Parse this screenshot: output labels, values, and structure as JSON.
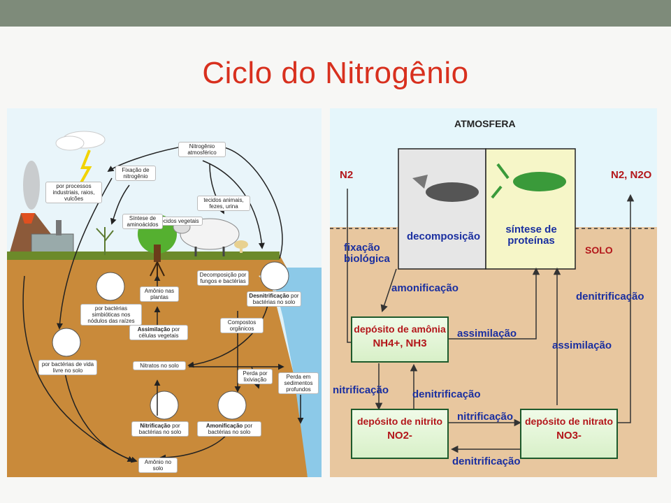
{
  "title": "Ciclo do Nitrogênio",
  "left": {
    "labels": {
      "nitrogen_atm": "Nitrogênio atmosférico",
      "fixation": "Fixação de nitrogênio",
      "industrial": "por processos industriais, raios, vulcões",
      "plant_tissue": "tecidos vegetais",
      "animal_tissue": "tecidos animais, fezes, urina",
      "aa_synthesis": "Síntese de aminoácidos",
      "decomposition": "Decomposição por fungos e bactérias",
      "ammonium_plants": "Amônio nas plantas",
      "symbiotic": "por bactérias simbióticas nos nódulos das raízes",
      "assimilation_bold": "Assimilação",
      "assimilation_rest": "por células vegetais",
      "organic": "Compostos orgânicos",
      "denitrification_bold": "Desnitrificação",
      "denitrification_rest": "por bactérias no solo",
      "free_living": "por bactérias de vida livre no solo",
      "nitrates_soil": "Nitratos no solo",
      "leaching": "Perda por lixiviação",
      "deep_sediments": "Perda em sedimentos profundos",
      "nitrification_bold": "Nitrificação",
      "nitrification_rest": "por bactérias no solo",
      "ammonification_bold": "Amonificação",
      "ammonification_rest": "por bactérias no solo",
      "ammonium_soil": "Amônio no solo"
    }
  },
  "right": {
    "atmosphere": "ATMOSFERA",
    "soil": "SOLO",
    "n2": "N2",
    "n2_n2o": "N2, N2O",
    "decomposition": "decomposição",
    "protein_synthesis_1": "síntese de",
    "protein_synthesis_2": "proteínas",
    "fixation_1": "fixação",
    "fixation_2": "biológica",
    "ammonification": "amonificação",
    "assimilation_1": "assimilação",
    "assimilation_2": "assimilação",
    "denitrification_top": "denitrificação",
    "denitrification_mid": "denitrificação",
    "denitrification_bottom": "denitrificação",
    "nitrification_left": "nitrificação",
    "nitrification_mid": "nitrificação",
    "ammonia_deposit": "depósito de amônia",
    "ammonia_formula": "NH4+, NH3",
    "nitrite_deposit": "depósito de nitrito",
    "nitrite_formula": "NO2-",
    "nitrate_deposit": "depósito de nitrato",
    "nitrate_formula": "NO3-"
  }
}
